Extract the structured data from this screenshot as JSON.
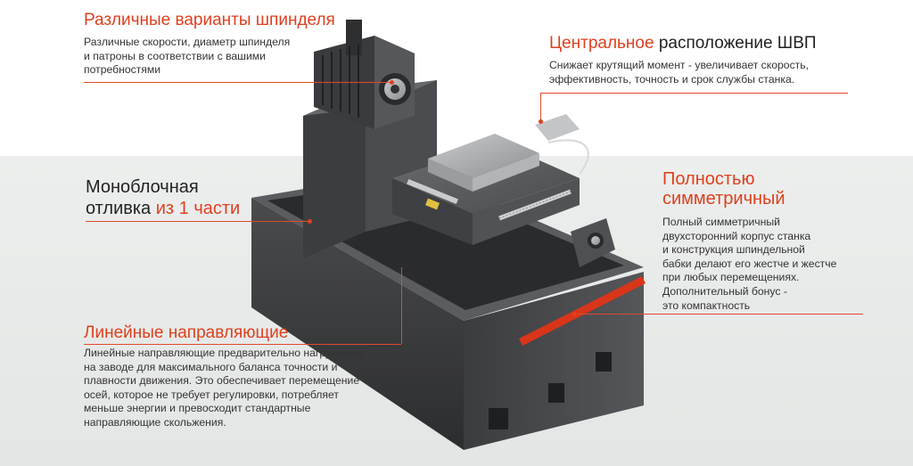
{
  "colors": {
    "accent": "#e0401e",
    "text": "#222222",
    "machine_body": "#3a3b3d"
  },
  "spindle": {
    "title": "Различные варианты шпинделя",
    "desc_lines": [
      "Различные скорости, диаметр шпинделя",
      "и патроны в соответствии с вашими",
      "потребностями"
    ]
  },
  "ballscrew": {
    "title_red": "Центральное",
    "title_dark": " расположение ШВП",
    "desc_lines": [
      "Снижает крутящий момент - увеличивает скорость,",
      "эффективность, точность и срок службы станка."
    ]
  },
  "casting": {
    "line1": "Моноблочная",
    "line2_dark": "отливка ",
    "line2_red": "из 1 части"
  },
  "symmetric": {
    "title_lines": [
      "Полностью",
      "симметричный"
    ],
    "desc_lines": [
      "Полный симметричный",
      "двухсторонний корпус станка",
      "и конструкция шпиндельной",
      "бабки делают его жестче и жестче",
      "при любых перемещениях.",
      "Дополнительный бонус -",
      "это компактность"
    ]
  },
  "guides": {
    "title": "Линейные направляющие",
    "desc_lines": [
      "Линейные направляющие предварительно нагруженны",
      "на заводе для максимального баланса точности и",
      "плавности движения. Это обеспечивает перемещение",
      "осей, которое не требует регулировки, потребляет",
      "меньше энергии и превосходит стандартные",
      "направляющие скольжения."
    ]
  }
}
